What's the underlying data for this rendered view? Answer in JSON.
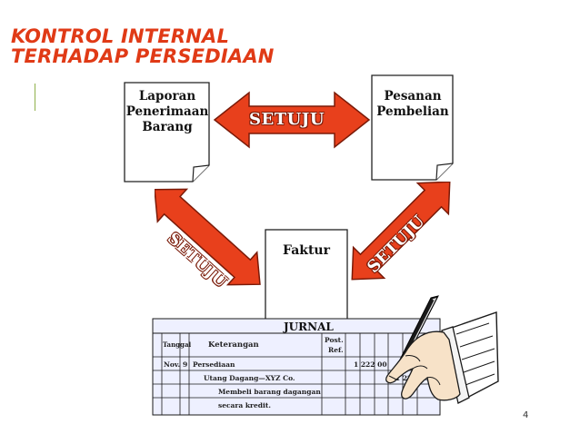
{
  "slide": {
    "title_line1": "KONTROL INTERNAL",
    "title_line2": "TERHADAP PERSEDIAAN",
    "page_number": "4"
  },
  "documents": {
    "left": {
      "line1": "Laporan",
      "line2": "Penerimaan",
      "line3": "Barang"
    },
    "right": {
      "line1": "Pesanan",
      "line2": "Pembelian"
    },
    "center": {
      "label": "Faktur"
    }
  },
  "arrows": {
    "top": "SETUJU",
    "left": "SETUJU",
    "right": "SETUJU"
  },
  "journal": {
    "title": "JURNAL",
    "headers": {
      "date": "Tanggal",
      "description": "Keterangan",
      "post_ref_line1": "Post.",
      "post_ref_line2": "Ref."
    },
    "rows": [
      {
        "month": "Nov.",
        "day": "9",
        "description": "Persediaan",
        "debit": "1 222 00",
        "credit": ""
      },
      {
        "month": "",
        "day": "",
        "description": "Utang Dagang—XYZ Co.",
        "debit": "",
        "credit": "1 222 00"
      },
      {
        "month": "",
        "day": "",
        "description": "Membeli barang dagangan",
        "debit": "",
        "credit": ""
      },
      {
        "month": "",
        "day": "",
        "description": "secara kredit.",
        "debit": "",
        "credit": ""
      }
    ]
  },
  "colors": {
    "title": "#e03a16",
    "arrow_fill": "#e8401c",
    "arrow_outline": "#7a1a08",
    "journal_bg": "#eef0ff",
    "journal_lines": "#1a1a1a"
  },
  "icons": {
    "hand": "hand-with-pen-icon"
  }
}
